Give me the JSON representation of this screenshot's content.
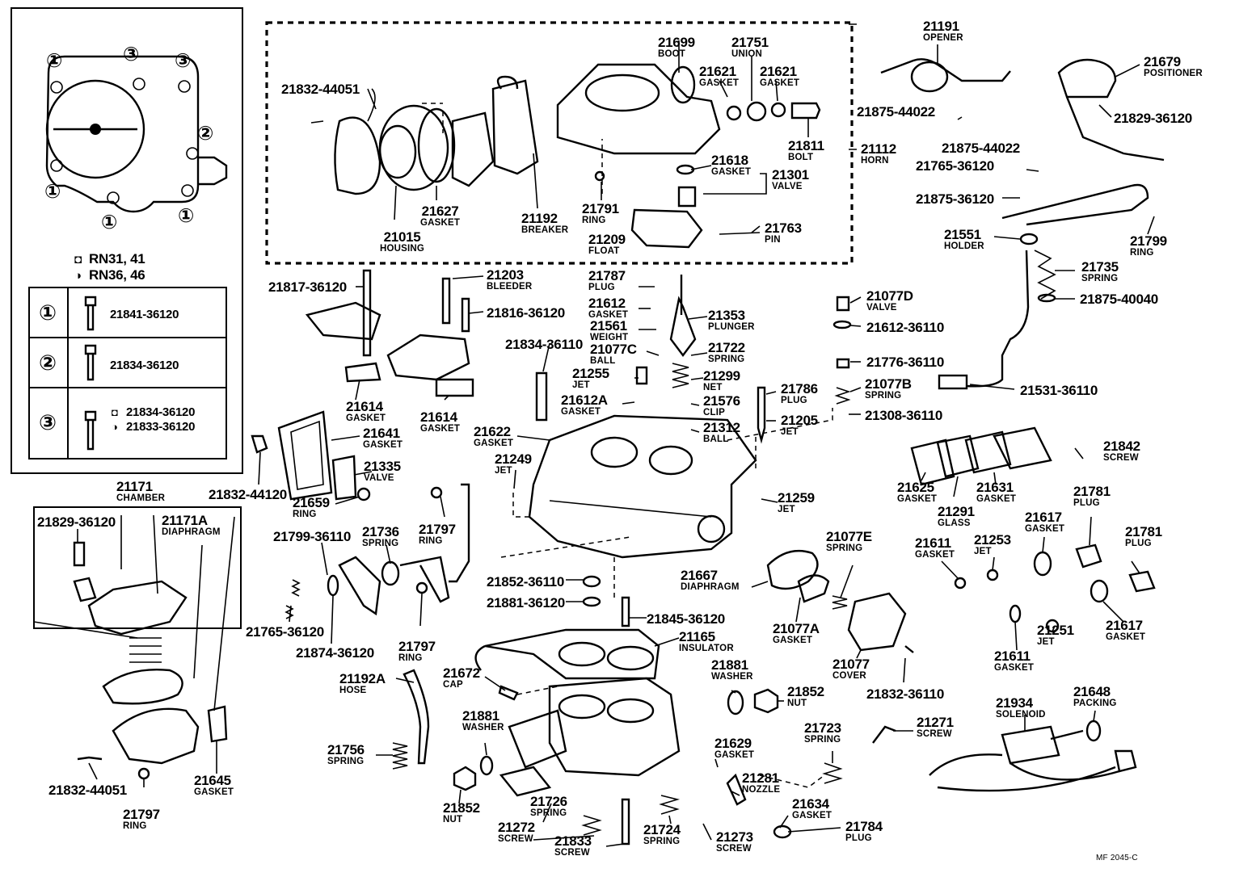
{
  "legend": {
    "models_a": "RN31, 41",
    "models_b": "RN36, 46",
    "rows": [
      {
        "key": "①",
        "part": "21841-36120"
      },
      {
        "key": "②",
        "part": "21834-36120"
      },
      {
        "key": "③",
        "part_a": "21834-36120",
        "part_b": "21833-36120"
      }
    ],
    "bolt_marks": {
      "top_left": "①",
      "top_mid": "③",
      "top_right": "③",
      "right": "②",
      "left_low": "①",
      "bottom": "①",
      "bottom_right": "①"
    }
  },
  "parts": [
    {
      "id": "p21015",
      "no": "21015",
      "name": "HOUSING"
    },
    {
      "id": "p21627",
      "no": "21627",
      "name": "GASKET"
    },
    {
      "id": "p21192",
      "no": "21192",
      "name": "BREAKER"
    },
    {
      "id": "p21791",
      "no": "21791",
      "name": "RING"
    },
    {
      "id": "p21209",
      "no": "21209",
      "name": "FLOAT"
    },
    {
      "id": "p21763",
      "no": "21763",
      "name": "PIN"
    },
    {
      "id": "p21699",
      "no": "21699",
      "name": "BOOT"
    },
    {
      "id": "p21751",
      "no": "21751",
      "name": "UNION"
    },
    {
      "id": "p21621a",
      "no": "21621",
      "name": "GASKET"
    },
    {
      "id": "p21621b",
      "no": "21621",
      "name": "GASKET"
    },
    {
      "id": "p21811",
      "no": "21811",
      "name": "BOLT"
    },
    {
      "id": "p21618",
      "no": "21618",
      "name": "GASKET"
    },
    {
      "id": "p21301",
      "no": "21301",
      "name": "VALVE"
    },
    {
      "id": "p21112",
      "no": "21112",
      "name": "HORN"
    },
    {
      "id": "p21832_44051a",
      "no": "21832-44051",
      "name": ""
    },
    {
      "id": "p21191",
      "no": "21191",
      "name": "OPENER"
    },
    {
      "id": "p21679",
      "no": "21679",
      "name": "POSITIONER"
    },
    {
      "id": "p21829_36120a",
      "no": "21829-36120",
      "name": ""
    },
    {
      "id": "p21875_44022a",
      "no": "21875-44022",
      "name": ""
    },
    {
      "id": "p21875_44022b",
      "no": "21875-44022",
      "name": ""
    },
    {
      "id": "p21765_36120a",
      "no": "21765-36120",
      "name": ""
    },
    {
      "id": "p21875_36120",
      "no": "21875-36120",
      "name": ""
    },
    {
      "id": "p21551",
      "no": "21551",
      "name": "HOLDER"
    },
    {
      "id": "p21799a",
      "no": "21799",
      "name": "RING"
    },
    {
      "id": "p21735",
      "no": "21735",
      "name": "SPRING"
    },
    {
      "id": "p21875_40040",
      "no": "21875-40040",
      "name": ""
    },
    {
      "id": "p21531_36110",
      "no": "21531-36110",
      "name": ""
    },
    {
      "id": "p21817_36120",
      "no": "21817-36120",
      "name": ""
    },
    {
      "id": "p21203",
      "no": "21203",
      "name": "BLEEDER"
    },
    {
      "id": "p21816_36120",
      "no": "21816-36120",
      "name": ""
    },
    {
      "id": "p21614a",
      "no": "21614",
      "name": "GASKET"
    },
    {
      "id": "p21614b",
      "no": "21614",
      "name": "GASKET"
    },
    {
      "id": "p21787",
      "no": "21787",
      "name": "PLUG"
    },
    {
      "id": "p21612",
      "no": "21612",
      "name": "GASKET"
    },
    {
      "id": "p21561",
      "no": "21561",
      "name": "WEIGHT"
    },
    {
      "id": "p21077c",
      "no": "21077C",
      "name": "BALL"
    },
    {
      "id": "p21353",
      "no": "21353",
      "name": "PLUNGER"
    },
    {
      "id": "p21722",
      "no": "21722",
      "name": "SPRING"
    },
    {
      "id": "p21834_36110",
      "no": "21834-36110",
      "name": ""
    },
    {
      "id": "p21255",
      "no": "21255",
      "name": "JET"
    },
    {
      "id": "p21299",
      "no": "21299",
      "name": "NET"
    },
    {
      "id": "p21612a",
      "no": "21612A",
      "name": "GASKET"
    },
    {
      "id": "p21576",
      "no": "21576",
      "name": "CLIP"
    },
    {
      "id": "p21622",
      "no": "21622",
      "name": "GASKET"
    },
    {
      "id": "p21312",
      "no": "21312",
      "name": "BALL"
    },
    {
      "id": "p21077d",
      "no": "21077D",
      "name": "VALVE"
    },
    {
      "id": "p21612_36110",
      "no": "21612-36110",
      "name": ""
    },
    {
      "id": "p21776_36110",
      "no": "21776-36110",
      "name": ""
    },
    {
      "id": "p21077b",
      "no": "21077B",
      "name": "SPRING"
    },
    {
      "id": "p21786",
      "no": "21786",
      "name": "PLUG"
    },
    {
      "id": "p21205",
      "no": "21205",
      "name": "JET"
    },
    {
      "id": "p21308_36110",
      "no": "21308-36110",
      "name": ""
    },
    {
      "id": "p21641",
      "no": "21641",
      "name": "GASKET"
    },
    {
      "id": "p21335",
      "no": "21335",
      "name": "VALVE"
    },
    {
      "id": "p21832_44120",
      "no": "21832-44120",
      "name": ""
    },
    {
      "id": "p21659",
      "no": "21659",
      "name": "RING"
    },
    {
      "id": "p21249",
      "no": "21249",
      "name": "JET"
    },
    {
      "id": "p21259",
      "no": "21259",
      "name": "JET"
    },
    {
      "id": "p21842",
      "no": "21842",
      "name": "SCREW"
    },
    {
      "id": "p21625",
      "no": "21625",
      "name": "GASKET"
    },
    {
      "id": "p21631",
      "no": "21631",
      "name": "GASKET"
    },
    {
      "id": "p21291",
      "no": "21291",
      "name": "GLASS"
    },
    {
      "id": "p21781a",
      "no": "21781",
      "name": "PLUG"
    },
    {
      "id": "p21781b",
      "no": "21781",
      "name": "PLUG"
    },
    {
      "id": "p21617a",
      "no": "21617",
      "name": "GASKET"
    },
    {
      "id": "p21617b",
      "no": "21617",
      "name": "GASKET"
    },
    {
      "id": "p21611a",
      "no": "21611",
      "name": "GASKET"
    },
    {
      "id": "p21611b",
      "no": "21611",
      "name": "GASKET"
    },
    {
      "id": "p21253",
      "no": "21253",
      "name": "JET"
    },
    {
      "id": "p21251",
      "no": "21251",
      "name": "JET"
    },
    {
      "id": "p21171",
      "no": "21171",
      "name": "CHAMBER"
    },
    {
      "id": "p21171a",
      "no": "21171A",
      "name": "DIAPHRAGM"
    },
    {
      "id": "p21829_36120b",
      "no": "21829-36120",
      "name": ""
    },
    {
      "id": "p21832_44051b",
      "no": "21832-44051",
      "name": ""
    },
    {
      "id": "p21797c",
      "no": "21797",
      "name": "RING"
    },
    {
      "id": "p21645",
      "no": "21645",
      "name": "GASKET"
    },
    {
      "id": "p21799_36110",
      "no": "21799-36110",
      "name": ""
    },
    {
      "id": "p21736",
      "no": "21736",
      "name": "SPRING"
    },
    {
      "id": "p21797a",
      "no": "21797",
      "name": "RING"
    },
    {
      "id": "p21797b",
      "no": "21797",
      "name": "RING"
    },
    {
      "id": "p21765_36120b",
      "no": "21765-36120",
      "name": ""
    },
    {
      "id": "p21874_36120",
      "no": "21874-36120",
      "name": ""
    },
    {
      "id": "p21852_36110",
      "no": "21852-36110",
      "name": ""
    },
    {
      "id": "p21881_36120",
      "no": "21881-36120",
      "name": ""
    },
    {
      "id": "p21845_36120",
      "no": "21845-36120",
      "name": ""
    },
    {
      "id": "p21165",
      "no": "21165",
      "name": "INSULATOR"
    },
    {
      "id": "p21667",
      "no": "21667",
      "name": "DIAPHRAGM"
    },
    {
      "id": "p21077e",
      "no": "21077E",
      "name": "SPRING"
    },
    {
      "id": "p21077a",
      "no": "21077A",
      "name": "GASKET"
    },
    {
      "id": "p21077",
      "no": "21077",
      "name": "COVER"
    },
    {
      "id": "p21832_36110",
      "no": "21832-36110",
      "name": ""
    },
    {
      "id": "p21192a",
      "no": "21192A",
      "name": "HOSE"
    },
    {
      "id": "p21672",
      "no": "21672",
      "name": "CAP"
    },
    {
      "id": "p21881a",
      "no": "21881",
      "name": "WASHER"
    },
    {
      "id": "p21852a",
      "no": "21852",
      "name": "NUT"
    },
    {
      "id": "p21881b",
      "no": "21881",
      "name": "WASHER"
    },
    {
      "id": "p21852b",
      "no": "21852",
      "name": "NUT"
    },
    {
      "id": "p21756",
      "no": "21756",
      "name": "SPRING"
    },
    {
      "id": "p21629",
      "no": "21629",
      "name": "GASKET"
    },
    {
      "id": "p21723",
      "no": "21723",
      "name": "SPRING"
    },
    {
      "id": "p21271",
      "no": "21271",
      "name": "SCREW"
    },
    {
      "id": "p21281",
      "no": "21281",
      "name": "NOZZLE"
    },
    {
      "id": "p21634",
      "no": "21634",
      "name": "GASKET"
    },
    {
      "id": "p21784",
      "no": "21784",
      "name": "PLUG"
    },
    {
      "id": "p21726",
      "no": "21726",
      "name": "SPRING"
    },
    {
      "id": "p21272",
      "no": "21272",
      "name": "SCREW"
    },
    {
      "id": "p21833",
      "no": "21833",
      "name": "SCREW"
    },
    {
      "id": "p21724",
      "no": "21724",
      "name": "SPRING"
    },
    {
      "id": "p21273",
      "no": "21273",
      "name": "SCREW"
    },
    {
      "id": "p21934",
      "no": "21934",
      "name": "SOLENOID"
    },
    {
      "id": "p21648",
      "no": "21648",
      "name": "PACKING"
    }
  ],
  "drawing_code": "MF 2045-C"
}
